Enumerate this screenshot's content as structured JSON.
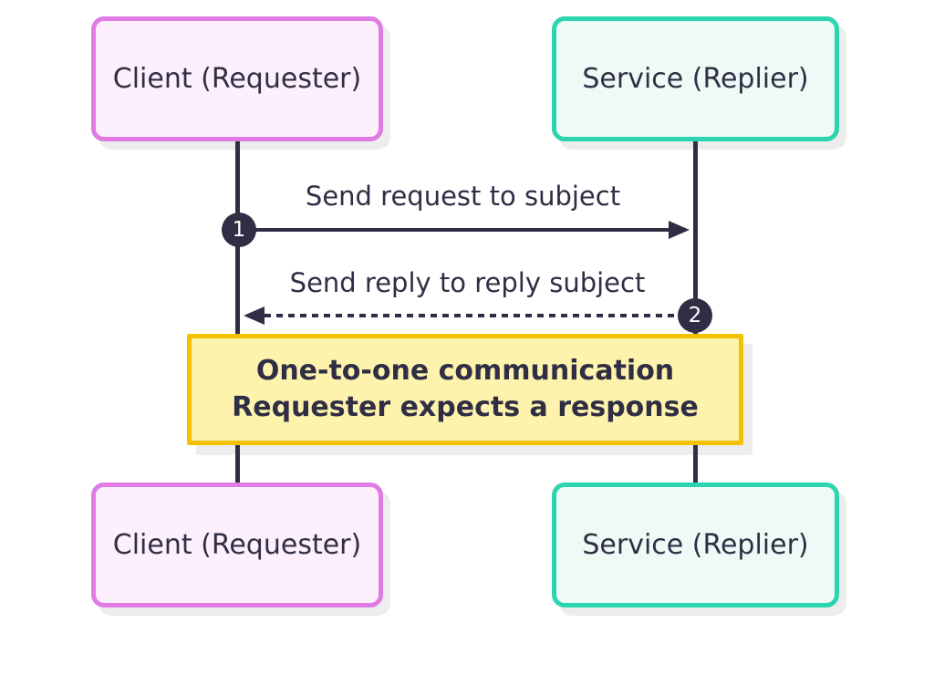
{
  "diagram": {
    "type": "sequence-diagram",
    "colors": {
      "dark": "#302e45",
      "client_fill": "#fdf0fc",
      "client_border": "#e07be6",
      "service_fill": "#edfaf6",
      "service_border": "#2bd5b1",
      "note_fill": "#fdf3ad",
      "note_border": "#f2c100"
    },
    "actors": {
      "client_label": "Client (Requester)",
      "service_label": "Service (Replier)"
    },
    "messages": [
      {
        "step": "1",
        "label": "Send request to subject",
        "from": "Client (Requester)",
        "to": "Service (Replier)",
        "style": "solid"
      },
      {
        "step": "2",
        "label": "Send reply to reply subject",
        "from": "Service (Replier)",
        "to": "Client (Requester)",
        "style": "dotted"
      }
    ],
    "note": {
      "line1": "One-to-one communication",
      "line2": "Requester expects a response"
    }
  }
}
